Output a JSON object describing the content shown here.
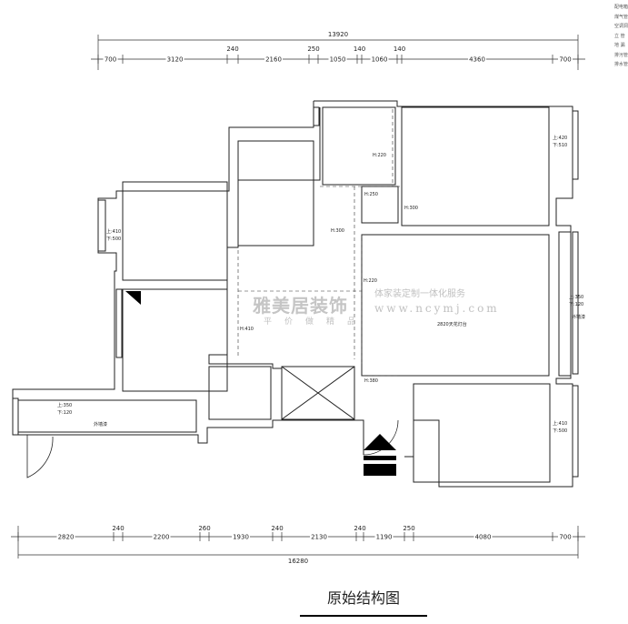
{
  "legend": [
    "配电箱",
    "煤气管",
    "空调洞",
    "立 管",
    "地 漏",
    "排污管",
    "排水管"
  ],
  "top_dims": {
    "overall": "13920",
    "segments": [
      "700",
      "3120",
      "240",
      "2160",
      "250",
      "1050",
      "140",
      "1060",
      "140",
      "4360",
      "700"
    ]
  },
  "bottom_dims": {
    "overall": "16280",
    "segments": [
      "2820",
      "240",
      "2200",
      "260",
      "1930",
      "240",
      "2130",
      "240",
      "1190",
      "250",
      "4080",
      "700"
    ]
  },
  "annotations": {
    "h220_top": "H:220",
    "h250": "H:250",
    "h300_a": "H:300",
    "h300_b": "H:300",
    "h410": "H:410",
    "h220_mid": "H:220",
    "h380": "H:380",
    "ceiling": "2820天花灯台",
    "win_tr_top": "上:420",
    "win_tr_bot": "下:510",
    "win_l_top": "上:410",
    "win_l_bot": "下:500",
    "win_r_top": "上:350",
    "win_r_bot": "下:120",
    "ext_wall_r": "外墙漆",
    "win_bl_top": "上:350",
    "win_bl_bot": "下:120",
    "ext_wall_l": "外墙漆",
    "win_br_top": "上:410",
    "win_br_bot": "下:500"
  },
  "watermark": {
    "brand": "雅美居装饰",
    "slogan": "平价做精品",
    "tagline": "体家装定制一体化服务",
    "url": "www.ncymj.com"
  },
  "title": "原始结构图"
}
